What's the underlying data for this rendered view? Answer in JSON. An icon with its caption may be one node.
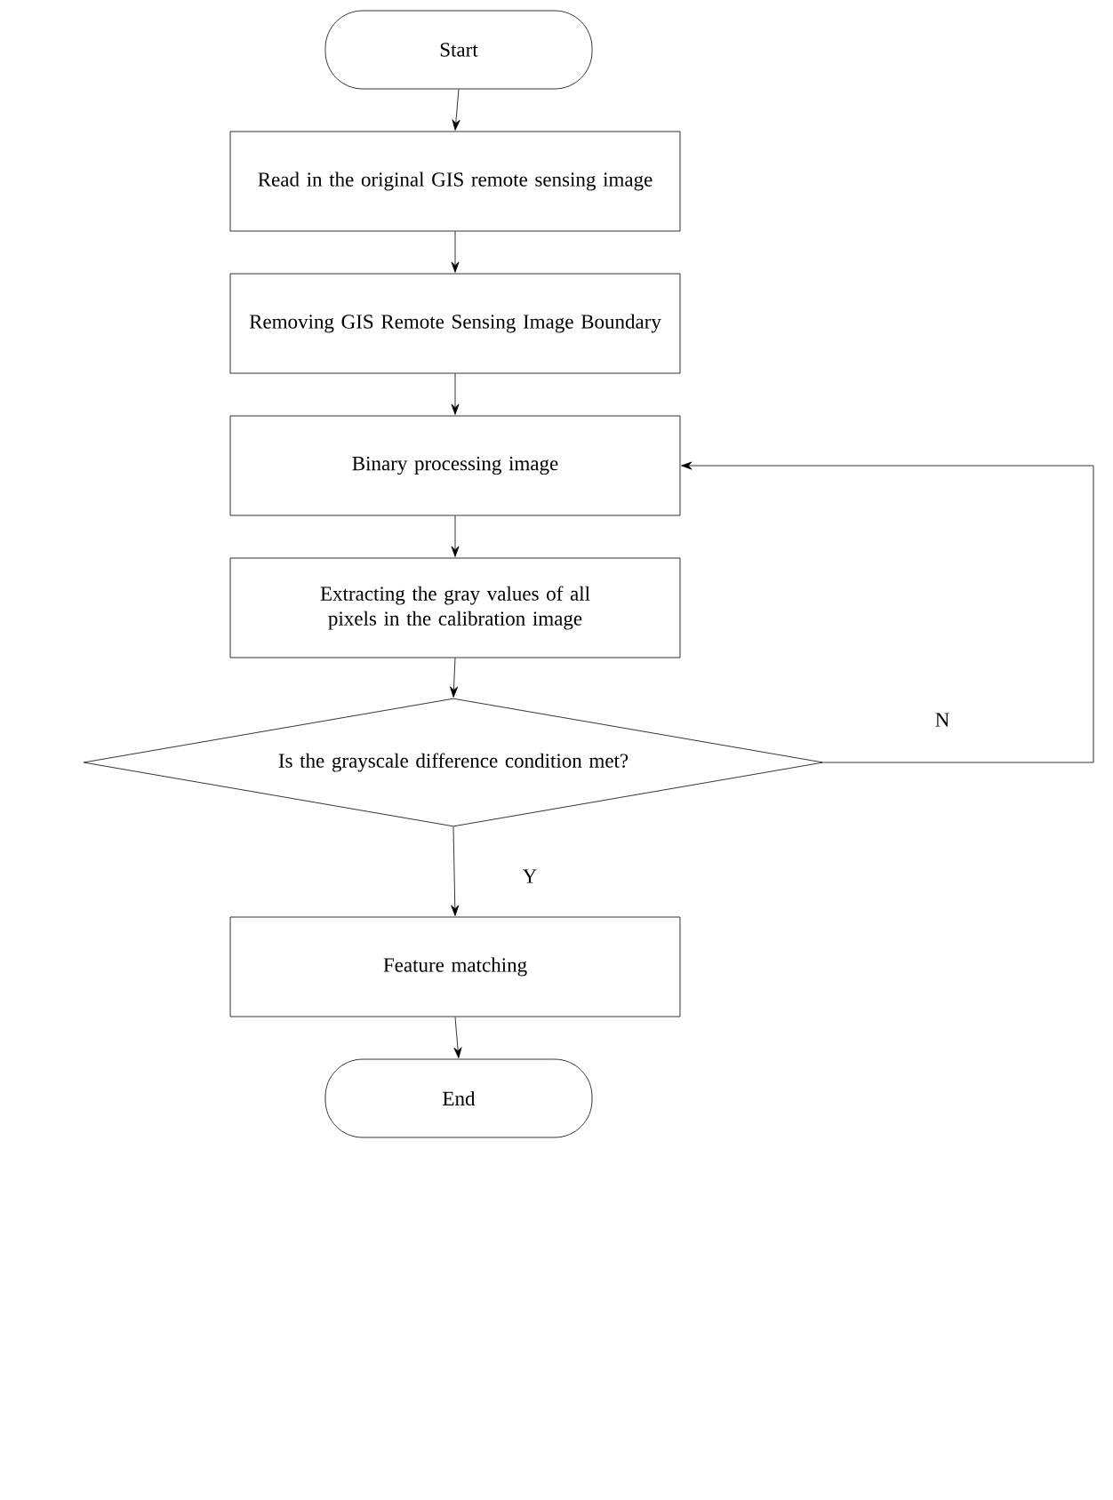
{
  "diagram": {
    "nodes": [
      {
        "text": [
          "Start"
        ]
      },
      {
        "text": [
          "Read in the original GIS remote sensing image"
        ]
      },
      {
        "text": [
          "Removing GIS Remote Sensing Image Boundary"
        ]
      },
      {
        "text": [
          "Binary processing image"
        ]
      },
      {
        "text": [
          "Extracting the gray values of all pixels in the calibration image"
        ]
      },
      {
        "text": [
          "Is the grayscale difference condition met?"
        ]
      },
      {
        "text": [
          "Feature matching"
        ]
      },
      {
        "text": [
          "End"
        ]
      }
    ],
    "edges": [
      {
        "from": 0,
        "to": 1,
        "arrow": "to"
      },
      {
        "from": 1,
        "to": 2,
        "arrow": "to"
      },
      {
        "from": 2,
        "to": 3,
        "arrow": "to"
      },
      {
        "from": 3,
        "to": 4,
        "arrow": "to"
      },
      {
        "from": 4,
        "to": 5,
        "arrow": "to"
      },
      {
        "from": 5,
        "to": 6,
        "arrow": "to",
        "label": "Y"
      },
      {
        "from": 6,
        "to": 7,
        "arrow": "to"
      },
      {
        "from": 5,
        "to": 3,
        "arrow": "to",
        "label": "N"
      }
    ]
  }
}
